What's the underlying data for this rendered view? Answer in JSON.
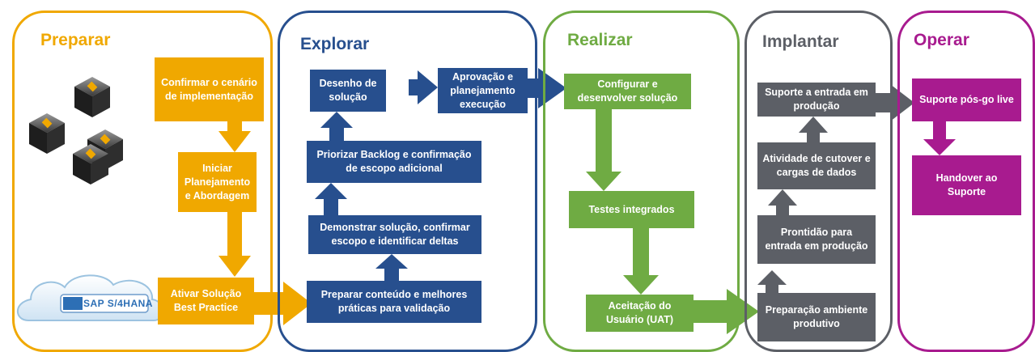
{
  "colors": {
    "preparar": "#f0a800",
    "explorar": "#274f8e",
    "realizar": "#6fab43",
    "implantar": "#5c5f66",
    "operar": "#a81b8f"
  },
  "phases": {
    "preparar": {
      "title": "Preparar",
      "steps": [
        "Confirmar o cenário de implementação",
        "Iniciar Planejamento e Abordagem",
        "Ativar Solução Best Practice"
      ],
      "logo_text": "SAP S/4HANA"
    },
    "explorar": {
      "title": "Explorar",
      "steps": [
        "Preparar conteúdo e melhores práticas para validação",
        "Demonstrar solução, confirmar escopo e identificar deltas",
        "Priorizar Backlog e confirmação de escopo adicional",
        "Desenho de solução",
        "Aprovação e planejamento execução"
      ]
    },
    "realizar": {
      "title": "Realizar",
      "steps": [
        "Configurar e desenvolver solução",
        "Testes integrados",
        "Aceitação do Usuário (UAT)"
      ]
    },
    "implantar": {
      "title": "Implantar",
      "steps": [
        "Preparação ambiente produtivo",
        "Prontidão para entrada em produção",
        "Atividade de cutover e cargas de dados",
        "Suporte a entrada em produção"
      ]
    },
    "operar": {
      "title": "Operar",
      "steps": [
        "Suporte pós-go live",
        "Handover ao Suporte"
      ]
    }
  }
}
